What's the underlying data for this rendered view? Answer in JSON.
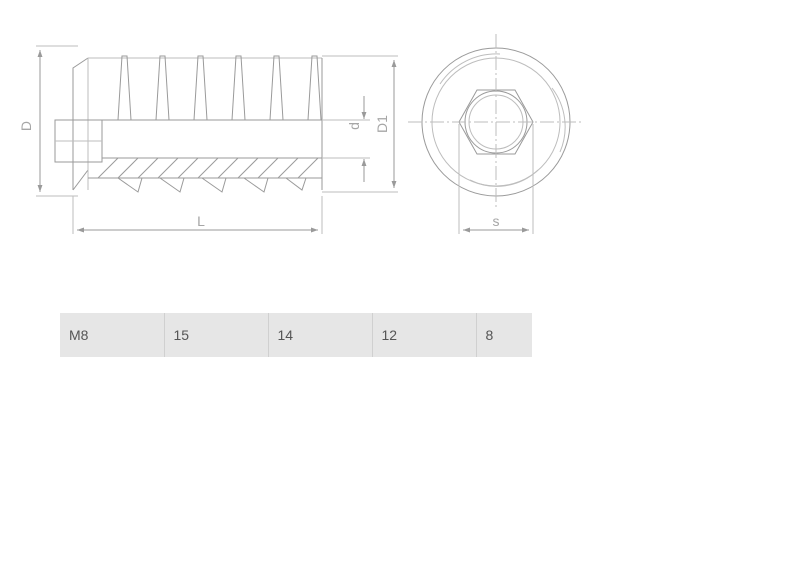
{
  "drawing": {
    "labels": {
      "D": "D",
      "d": "d",
      "D1": "D1",
      "L": "L",
      "s": "s"
    },
    "colors": {
      "line": "#9a9a9a",
      "light": "#bdbdbd"
    }
  },
  "table": {
    "rows": [
      [
        "M8",
        "15",
        "14",
        "12",
        "8"
      ]
    ]
  }
}
